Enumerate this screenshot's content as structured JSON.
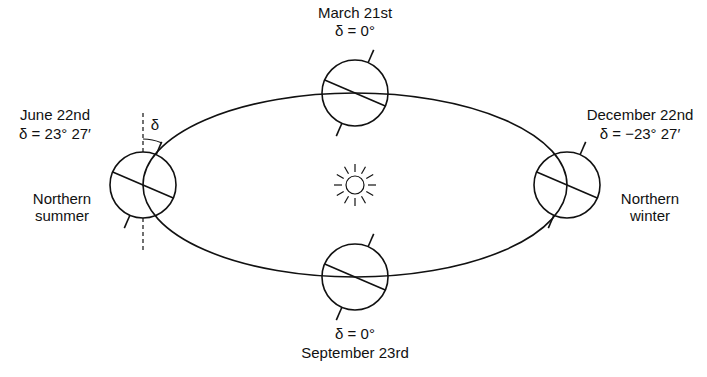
{
  "diagram": {
    "labels": [
      "March 21st",
      "δ = 0°",
      "June 22nd",
      "δ = 23° 27′",
      "δ",
      "Northern summer",
      "December 22nd",
      "δ = −23° 27′",
      "Northern winter",
      "δ = 0°",
      "September 23rd"
    ]
  }
}
